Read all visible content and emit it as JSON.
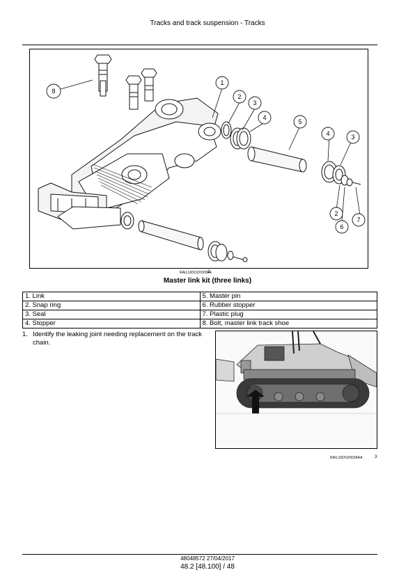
{
  "header": {
    "title": "Tracks and track suspension - Tracks"
  },
  "figure1": {
    "image_id": "RAIL16DOZ0305FA",
    "figure_number": "2",
    "title": "Master link kit (three links)",
    "callouts": [
      "8",
      "1",
      "2",
      "3",
      "4",
      "5",
      "4",
      "3",
      "2",
      "6",
      "7"
    ]
  },
  "parts_table": {
    "rows": [
      [
        "1. Link",
        "5. Master pin"
      ],
      [
        "2. Snap ring",
        "6. Rubber stopper"
      ],
      [
        "3. Seal",
        "7. Plastic plug"
      ],
      [
        "4. Stopper",
        "8. Bolt, master link track shoe"
      ]
    ]
  },
  "steps": [
    {
      "number": "1.",
      "text": "Identify the leaking joint needing replacement on the track chain."
    }
  ],
  "figure2": {
    "image_id": "RAIL16DOZ0028AA",
    "figure_number": "3"
  },
  "footer": {
    "doc_id": "48048572 27/04/2017",
    "page": "48.2 [48.100] / 48"
  }
}
